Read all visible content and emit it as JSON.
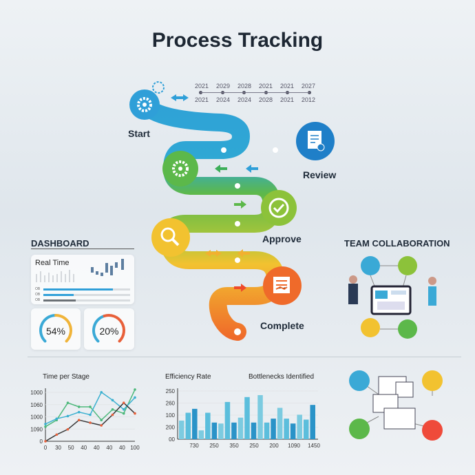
{
  "title": "Process Tracking",
  "timeline": {
    "top": [
      "2021",
      "2029",
      "2028",
      "2021",
      "2021",
      "2027"
    ],
    "bottom": [
      "2021",
      "2024",
      "2024",
      "2028",
      "2021",
      "2012"
    ]
  },
  "stages": {
    "start": "Start",
    "review": "Review",
    "approve": "Approve",
    "complete": "Complete"
  },
  "dashboard": {
    "heading": "DASHBOARD",
    "realtime": "Real Time",
    "bar_labels": [
      "OB",
      "OB",
      "OB"
    ],
    "progress": [
      0.8,
      0.35,
      0.37
    ],
    "gauges": [
      {
        "value": "54%",
        "fraction": 0.54,
        "colors": [
          "#3aa9d6",
          "#f0b43a"
        ]
      },
      {
        "value": "20%",
        "fraction": 0.2,
        "colors": [
          "#3aa9d6",
          "#e8603a"
        ]
      }
    ]
  },
  "collaboration": {
    "heading": "TEAM COLLABORATION"
  },
  "colors": {
    "blue": "#2f9fd8",
    "green": "#5cb84a",
    "yellow": "#f2c230",
    "orange": "#ef6a2a"
  },
  "chart_data": [
    {
      "type": "line",
      "title": "Time per Stage",
      "yticks": [
        "1000",
        "1060",
        "1000",
        "1090",
        "0"
      ],
      "xticks": [
        "0",
        "30",
        "50",
        "40",
        "40",
        "40",
        "40",
        "100"
      ],
      "series": [
        {
          "name": "green",
          "color": "#4cb87a",
          "values": [
            1.1,
            1.6,
            2.9,
            2.6,
            2.6,
            1.6,
            2.4,
            2.1,
            3.9
          ]
        },
        {
          "name": "blue",
          "color": "#3ab0d0",
          "values": [
            1.3,
            1.7,
            1.9,
            2.2,
            2.0,
            3.7,
            3.1,
            2.4,
            3.3
          ]
        },
        {
          "name": "dark",
          "color": "#333",
          "values": [
            0,
            0.5,
            0.9,
            1.6,
            1.4,
            1.2,
            2.0,
            2.9,
            2.1
          ]
        }
      ]
    },
    {
      "type": "bar",
      "title": "Efficiency Rate",
      "subtitle": "Bottlenecks Identified",
      "yticks": [
        "250",
        "260",
        "100",
        "200",
        "00"
      ],
      "xticks": [
        "730",
        "250",
        "350",
        "250",
        "200",
        "1090",
        "1450"
      ],
      "ylim": [
        0,
        260
      ],
      "values": [
        95,
        135,
        155,
        45,
        135,
        85,
        80,
        190,
        85,
        110,
        215,
        85,
        225,
        85,
        105,
        160,
        105,
        80,
        125,
        100,
        175
      ]
    }
  ]
}
